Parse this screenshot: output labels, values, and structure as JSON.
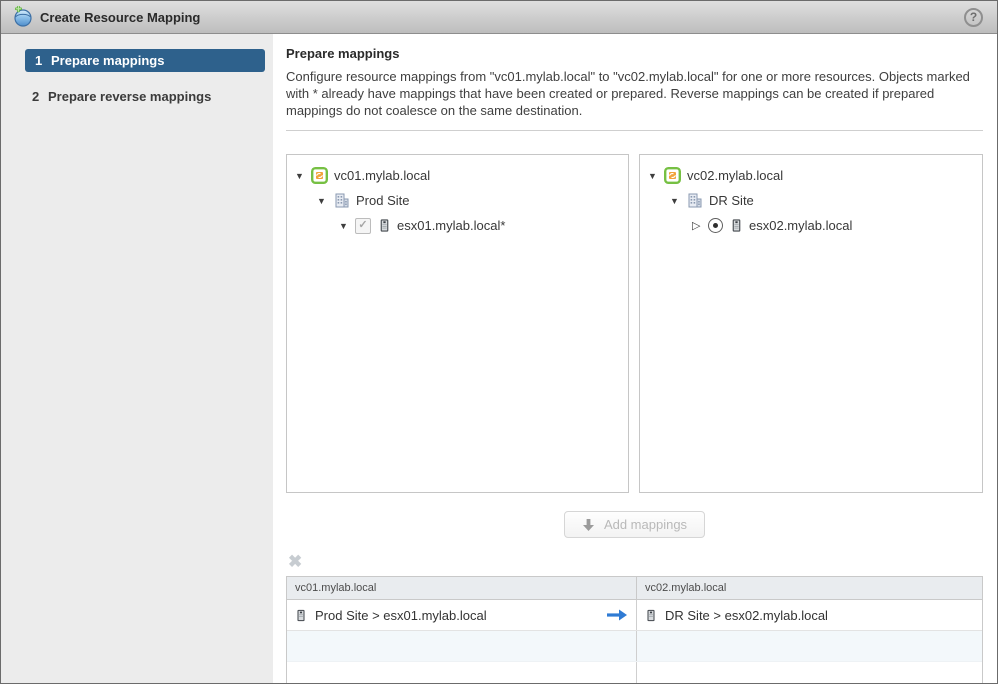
{
  "titlebar": {
    "title": "Create Resource Mapping"
  },
  "icons": {
    "help": "?",
    "expander_expanded": "▼",
    "expander_collapsed": "▷",
    "check": "✓",
    "remove": "✖"
  },
  "steps": [
    {
      "number": "1",
      "label": "Prepare mappings",
      "active": true
    },
    {
      "number": "2",
      "label": "Prepare reverse mappings",
      "active": false
    }
  ],
  "main": {
    "heading": "Prepare mappings",
    "description": "Configure resource mappings from \"vc01.mylab.local\" to \"vc02.mylab.local\" for one or more resources. Objects marked with * already have mappings that have been created or prepared. Reverse mappings can be created if prepared mappings do not coalesce on the same destination."
  },
  "source_tree": {
    "nodes": [
      {
        "label": "vc01.mylab.local",
        "icon": "vcenter-icon",
        "expander": "expanded"
      },
      {
        "label": "Prod Site",
        "icon": "datacenter-icon",
        "expander": "expanded"
      },
      {
        "label": "esx01.mylab.local*",
        "icon": "host-icon",
        "expander": "expanded",
        "control": "checkbox-checked-disabled"
      }
    ]
  },
  "target_tree": {
    "nodes": [
      {
        "label": "vc02.mylab.local",
        "icon": "vcenter-icon",
        "expander": "expanded"
      },
      {
        "label": "DR Site",
        "icon": "datacenter-icon",
        "expander": "expanded"
      },
      {
        "label": "esx02.mylab.local",
        "icon": "host-icon",
        "expander": "collapsed",
        "control": "radio-selected"
      }
    ]
  },
  "add_button": {
    "label": "Add mappings",
    "disabled": true
  },
  "mappings_table": {
    "columns": [
      "vc01.mylab.local",
      "vc02.mylab.local"
    ],
    "rows": [
      {
        "source": "Prod Site > esx01.mylab.local",
        "target": "DR Site > esx02.mylab.local"
      }
    ]
  },
  "colors": {
    "active_step_bg": "#2e618c",
    "arrow_blue": "#2f7bd4",
    "vcenter_green": "#76c043",
    "vcenter_orange": "#f2a33a",
    "table_header_bg": "#e9ecef",
    "empty_row_bg": "#f3f8fb",
    "sidebar_bg": "#ececec"
  }
}
